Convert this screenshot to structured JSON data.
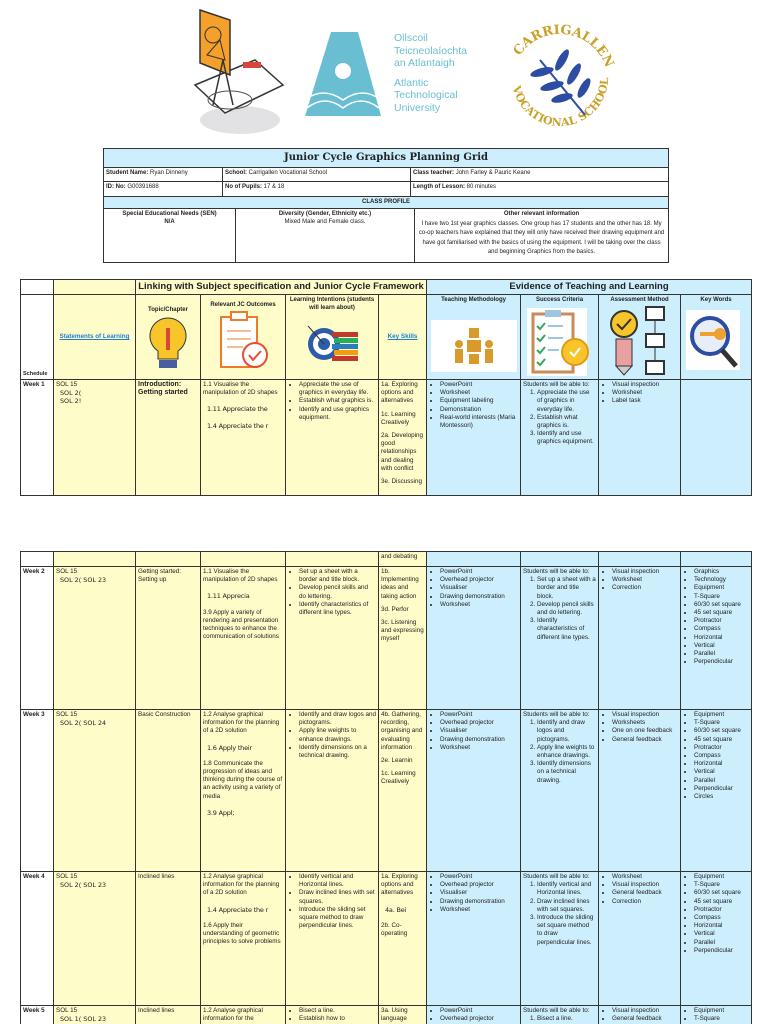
{
  "logos": {
    "atu_lines": [
      "Ollscoil",
      "Teicneolaíochta",
      "an Atlantaigh",
      "Atlantic",
      "Technological",
      "University"
    ],
    "school_logo_text": "CARRIGALLEN VOCATIONAL SCHOOL"
  },
  "info": {
    "title": "Junior Cycle Graphics Planning Grid",
    "student_name_label": "Student Name:",
    "student_name": " Ryan Dinneny",
    "school_label": "School:",
    "school": " Carrigallen Vocational School",
    "class_teacher_label": "Class teacher:",
    "class_teacher": " John Farley & Pauric Keane",
    "id_label": "ID: No:",
    "id": " G00391688",
    "pupils_label": "No of Pupils:",
    "pupils": " 17 & 18",
    "length_label": "Length of Lesson:",
    "length": " 80 minutes",
    "class_profile": "CLASS PROFILE",
    "sen_label": "Special Educational Needs (SEN)",
    "sen": "N/A",
    "diversity_label": "Diversity (Gender, Ethnicity etc.)",
    "diversity": "Mixed Male and Female class.",
    "other_label": "Other relevant information",
    "other": "I have two 1st year graphics classes. One group has 17 students and the other has 18. My co-op teachers have explained that they will only have received their drawing equipment and have got familiarised with the basics of using the equipment. I will be taking over the class and beginning Graphics from the basics."
  },
  "grid": {
    "linking_title": "Linking with Subject specification and Junior Cycle Framework",
    "evidence_title": "Evidence of Teaching and Learning",
    "statements_link": "Statements of Learning",
    "topic": "Topic/Chapter",
    "jc_outcomes": "Relevant JC Outcomes",
    "learning_intentions": "Learning Intentions (students will learn about)",
    "key_skills_link": "Key Skills",
    "teaching_methodology": "Teaching Methodology",
    "success_criteria": "Success Criteria",
    "assessment_method": "Assessment Method",
    "key_words": "Key Words",
    "schedule": "Schedule",
    "colors": {
      "linking": "#fefcc8",
      "evidence": "#cdeefc",
      "link": "#1a7fd6"
    }
  },
  "weeks": [
    {
      "week": "Week 1",
      "sol": [
        "SOL 15",
        "SOL 2(",
        "SOL 2!"
      ],
      "topic": "Introduction: Getting started",
      "jc": [
        "1.1 Visualise the manipulation of 2D shapes",
        "1.11 Appreciate the",
        "1.4 Appreciate the r"
      ],
      "li": [
        "Appreciate the use of graphics in everyday life.",
        "Establish what graphics is.",
        "Identify and use graphics equipment."
      ],
      "skills": [
        "1a. Exploring options and alternatives",
        "1c. Learning Creatively",
        "2a. Developing good relationships and dealing with conflict",
        "3e. Discussing"
      ],
      "methods": [
        "PowerPoint",
        "Worksheet",
        "Equipment labeling",
        "Demonstration",
        "Real-world interests (Maria Montessori)"
      ],
      "success_intro": "Students will be able to:",
      "success": [
        "Appreciate the use of graphics in everyday life.",
        "Establish what graphics is.",
        "Identify and use graphics equipment."
      ],
      "assessment": [
        "Visual inspection",
        "Worksheet",
        "Label task"
      ],
      "keywords": []
    },
    {
      "week": "Week 2",
      "sol": [
        "SOL 15",
        "SOL 2( SOL 23"
      ],
      "topic": "Getting started: Setting up",
      "jc": [
        "1.1 Visualise the manipulation of 2D shapes",
        "1.11 Apprecia",
        "3.9 Apply a variety of rendering and presentation techniques to enhance the communication of solutions"
      ],
      "li": [
        "Set up a sheet with a border and title block.",
        "Develop pencil skills and do lettering.",
        "Identify characteristics of different line types."
      ],
      "skills": [
        "1b. Implementing ideas and taking action",
        "3d. Perfor",
        "3c. Listening and expressing myself"
      ],
      "methods": [
        "PowerPoint",
        "Overhead projector",
        "Visualiser",
        "Drawing demonstration",
        "Worksheet"
      ],
      "success_intro": "Students will be able to:",
      "success": [
        "Set up a sheet with a border and title block.",
        "Develop pencil skills and do lettering.",
        "Identify characteristics of different line types."
      ],
      "assessment": [
        "Visual inspection",
        "Worksheet",
        "Correction"
      ],
      "keywords": [
        "Graphics",
        "Technology",
        "Equipment",
        "T-Square",
        "60/30 set square",
        "45 set square",
        "Protractor",
        "Compass",
        "Horizontal",
        "Vertical",
        "Parallel",
        "Perpendicular"
      ]
    },
    {
      "week": "Week 3",
      "sol": [
        "SOL 15",
        "SOL 2( SOL 24"
      ],
      "topic": "Basic Construction",
      "jc": [
        "1.2 Analyse graphical information for the planning of a 2D solution",
        "1.6 Apply their",
        "1.8 Communicate the progression of ideas and thinking during the course of an activity using a variety of media",
        "3.9 Appl;"
      ],
      "li": [
        "Identify and draw logos and pictograms.",
        "Apply line weights to enhance drawings.",
        "Identify dimensions on a technical drawing."
      ],
      "skills": [
        "4b. Gathering, recording, organising and evaluating information",
        "2e. Learnin",
        "1c. Learning Creatively"
      ],
      "methods": [
        "PowerPoint",
        "Overhead projector",
        "Visualiser",
        "Drawing demonstration",
        "Worksheet"
      ],
      "success_intro": "Students will be able to:",
      "success": [
        "Identify and draw logos and pictograms.",
        "Apply line weights to enhance drawings.",
        "Identify dimensions on a technical drawing."
      ],
      "assessment": [
        "Visual inspection",
        "Worksheets",
        "One on one feedback",
        "General feedback"
      ],
      "keywords": [
        "Equipment",
        "T-Square",
        "60/30 set square",
        "45 set square",
        "Protractor",
        "Compass",
        "Horizontal",
        "Vertical",
        "Parallel",
        "Perpendicular",
        "Circles"
      ]
    },
    {
      "week": "Week 4",
      "sol": [
        "SOL 15",
        "SOL 2( SOL 23"
      ],
      "topic": "Inclined lines",
      "jc": [
        "1.2 Analyse graphical information for the planning of a 2D solution",
        "1.4 Appreciate the r",
        "1.6 Apply their understanding of geometric principles to solve problems"
      ],
      "li": [
        "Identify vertical and Horizontal lines.",
        "Draw inclined lines with set squares.",
        "Introduce the sliding set square method to draw perpendicular lines."
      ],
      "skills": [
        "1a. Exploring options and alternatives",
        "4a. Bei",
        "2b. Co-operating"
      ],
      "methods": [
        "PowerPoint",
        "Overhead projector",
        "Visualiser",
        "Drawing demonstration",
        "Worksheet"
      ],
      "success_intro": "Students will be able to:",
      "success": [
        "Identify vertical and Horizontal lines.",
        "Draw inclined lines with set squares.",
        "Introduce the sliding set square method to draw perpendicular lines."
      ],
      "assessment": [
        "Worksheet",
        "Visual inspection",
        "General feedback",
        "Correction"
      ],
      "keywords": [
        "Equipment",
        "T-Square",
        "60/30 set square",
        "45 set square",
        "Protractor",
        "Compass",
        "Horizontal",
        "Vertical",
        "Parallel",
        "Perpendicular"
      ]
    },
    {
      "week": "Week 5",
      "sol": [
        "SOL 15",
        "SOL 1( SOL 23"
      ],
      "topic": "Inclined lines",
      "jc": [
        "1.2 Analyse graphical information for the"
      ],
      "li": [
        "Bisect a line.",
        "Establish how to"
      ],
      "skills": [
        "3a. Using language"
      ],
      "methods": [
        "PowerPoint",
        "Overhead projector"
      ],
      "success_intro": "Students will be able to:",
      "success": [
        "Bisect a line."
      ],
      "assessment": [
        "Visual inspection",
        "General feedback"
      ],
      "keywords": [
        "Equipment",
        "T-Square"
      ]
    }
  ],
  "week1_continuation": "and debating"
}
